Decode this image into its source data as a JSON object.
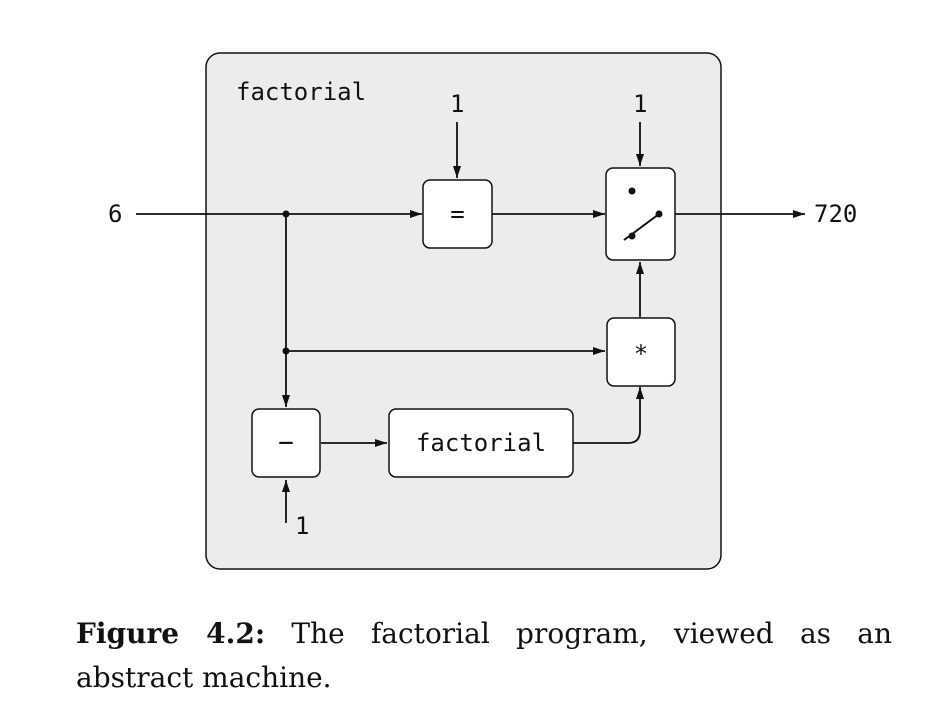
{
  "diagram": {
    "machine_label": "factorial",
    "input_value": "6",
    "output_value": "720",
    "equals_constant": "1",
    "switch_constant": "1",
    "minus_constant": "1",
    "equals_box": "=",
    "multiply_box": "*",
    "minus_box": "−",
    "recursive_box": "factorial"
  },
  "caption": {
    "label": "Figure 4.2:",
    "text": "The factorial program, viewed as an abstract machine."
  },
  "colors": {
    "frame_fill": "#ececec",
    "box_fill": "#ffffff",
    "stroke": "#111111"
  }
}
